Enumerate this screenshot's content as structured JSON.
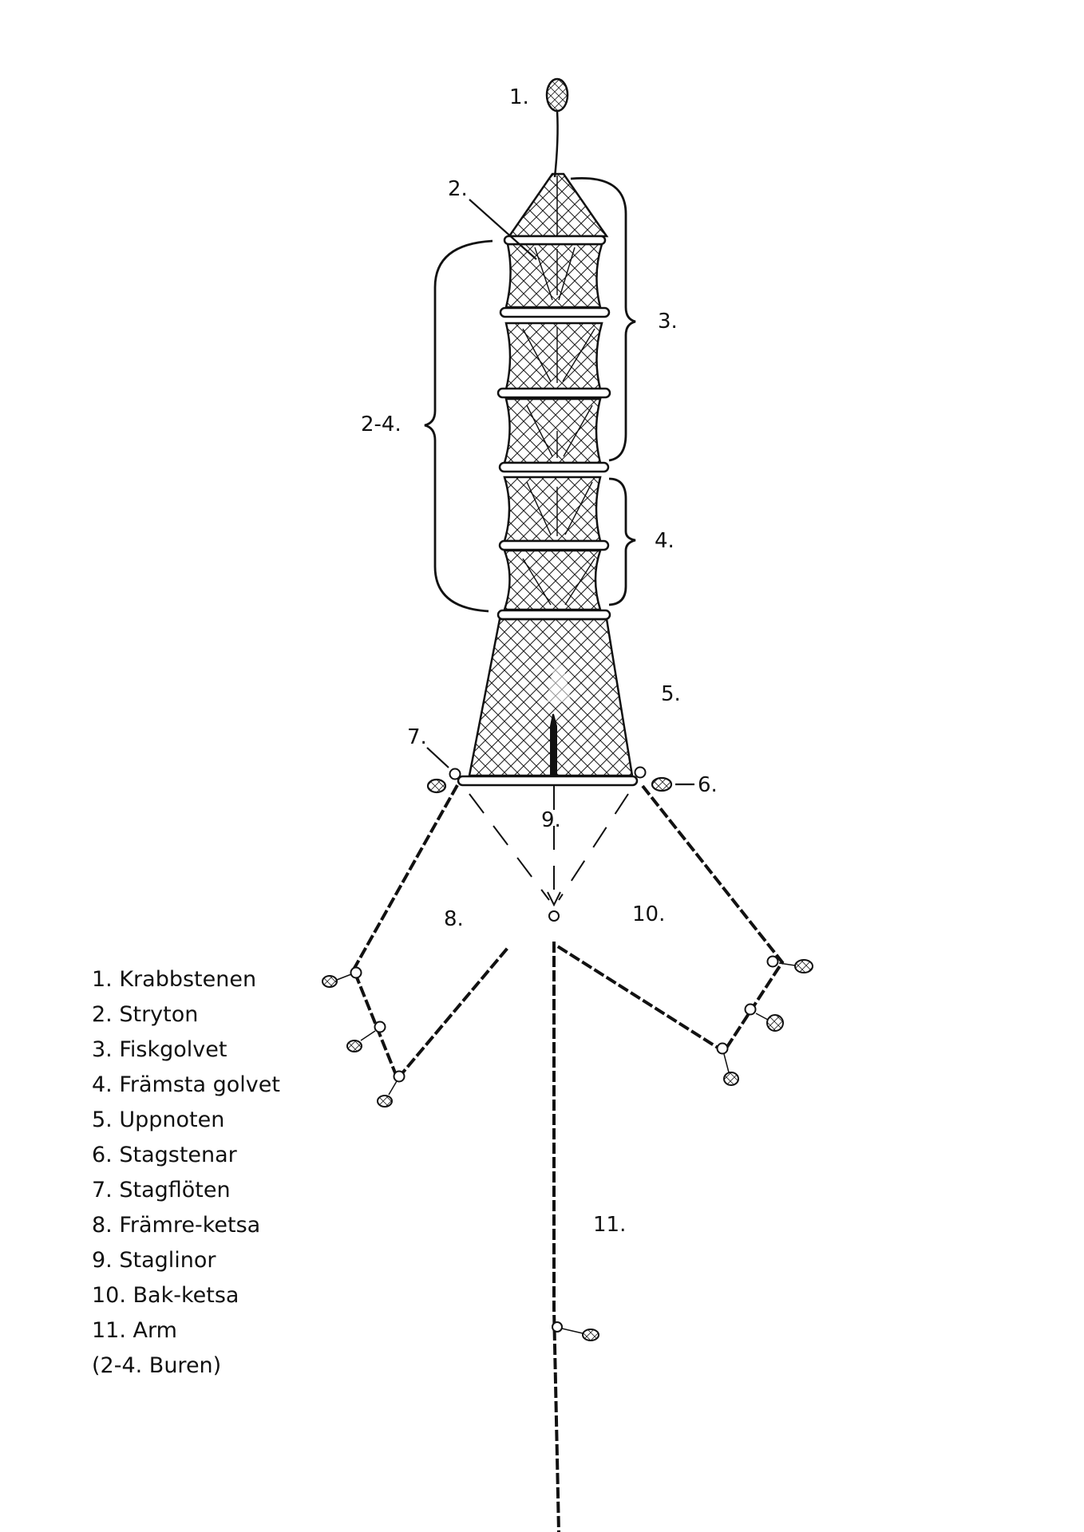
{
  "labels": {
    "krabbstenen": "1.",
    "stryton": "2.",
    "fiskgolvet": "3.",
    "buren": "2-4.",
    "framsta_golvet": "4.",
    "uppnoten": "5.",
    "stagstenar": "6.",
    "stagfloten": "7.",
    "framre_ketsa": "8.",
    "staglinor": "9.",
    "bak_ketsa": "10.",
    "arm": "11."
  },
  "legend": [
    "1. Krabbstenen",
    "2. Stryton",
    "3. Fiskgolvet",
    "4. Främsta golvet",
    "5. Uppnoten",
    "6. Stagstenar",
    "7. Stagflöten",
    "8. Främre-ketsa",
    "9. Staglinor",
    "10. Bak-ketsa",
    "11. Arm",
    "(2-4. Buren)"
  ]
}
